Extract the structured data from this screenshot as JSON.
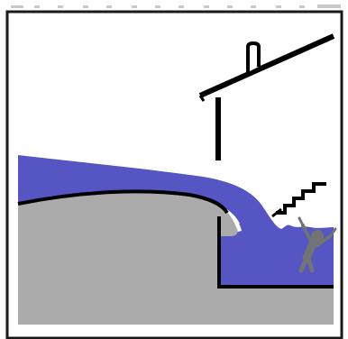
{
  "illustration": {
    "colors": {
      "background": "#ffffff",
      "frame": "#1a1a1a",
      "water": "#5555c4",
      "ground": "#ababab",
      "structure": "#000000",
      "person": "#737373",
      "top_dots": "#c8c8c8"
    },
    "elements": [
      "frame",
      "dotted-top-edge",
      "flood-water",
      "breaking-wave",
      "ground-embankment",
      "house-roof",
      "chimney",
      "house-wall",
      "stairs",
      "drowning-person"
    ]
  }
}
